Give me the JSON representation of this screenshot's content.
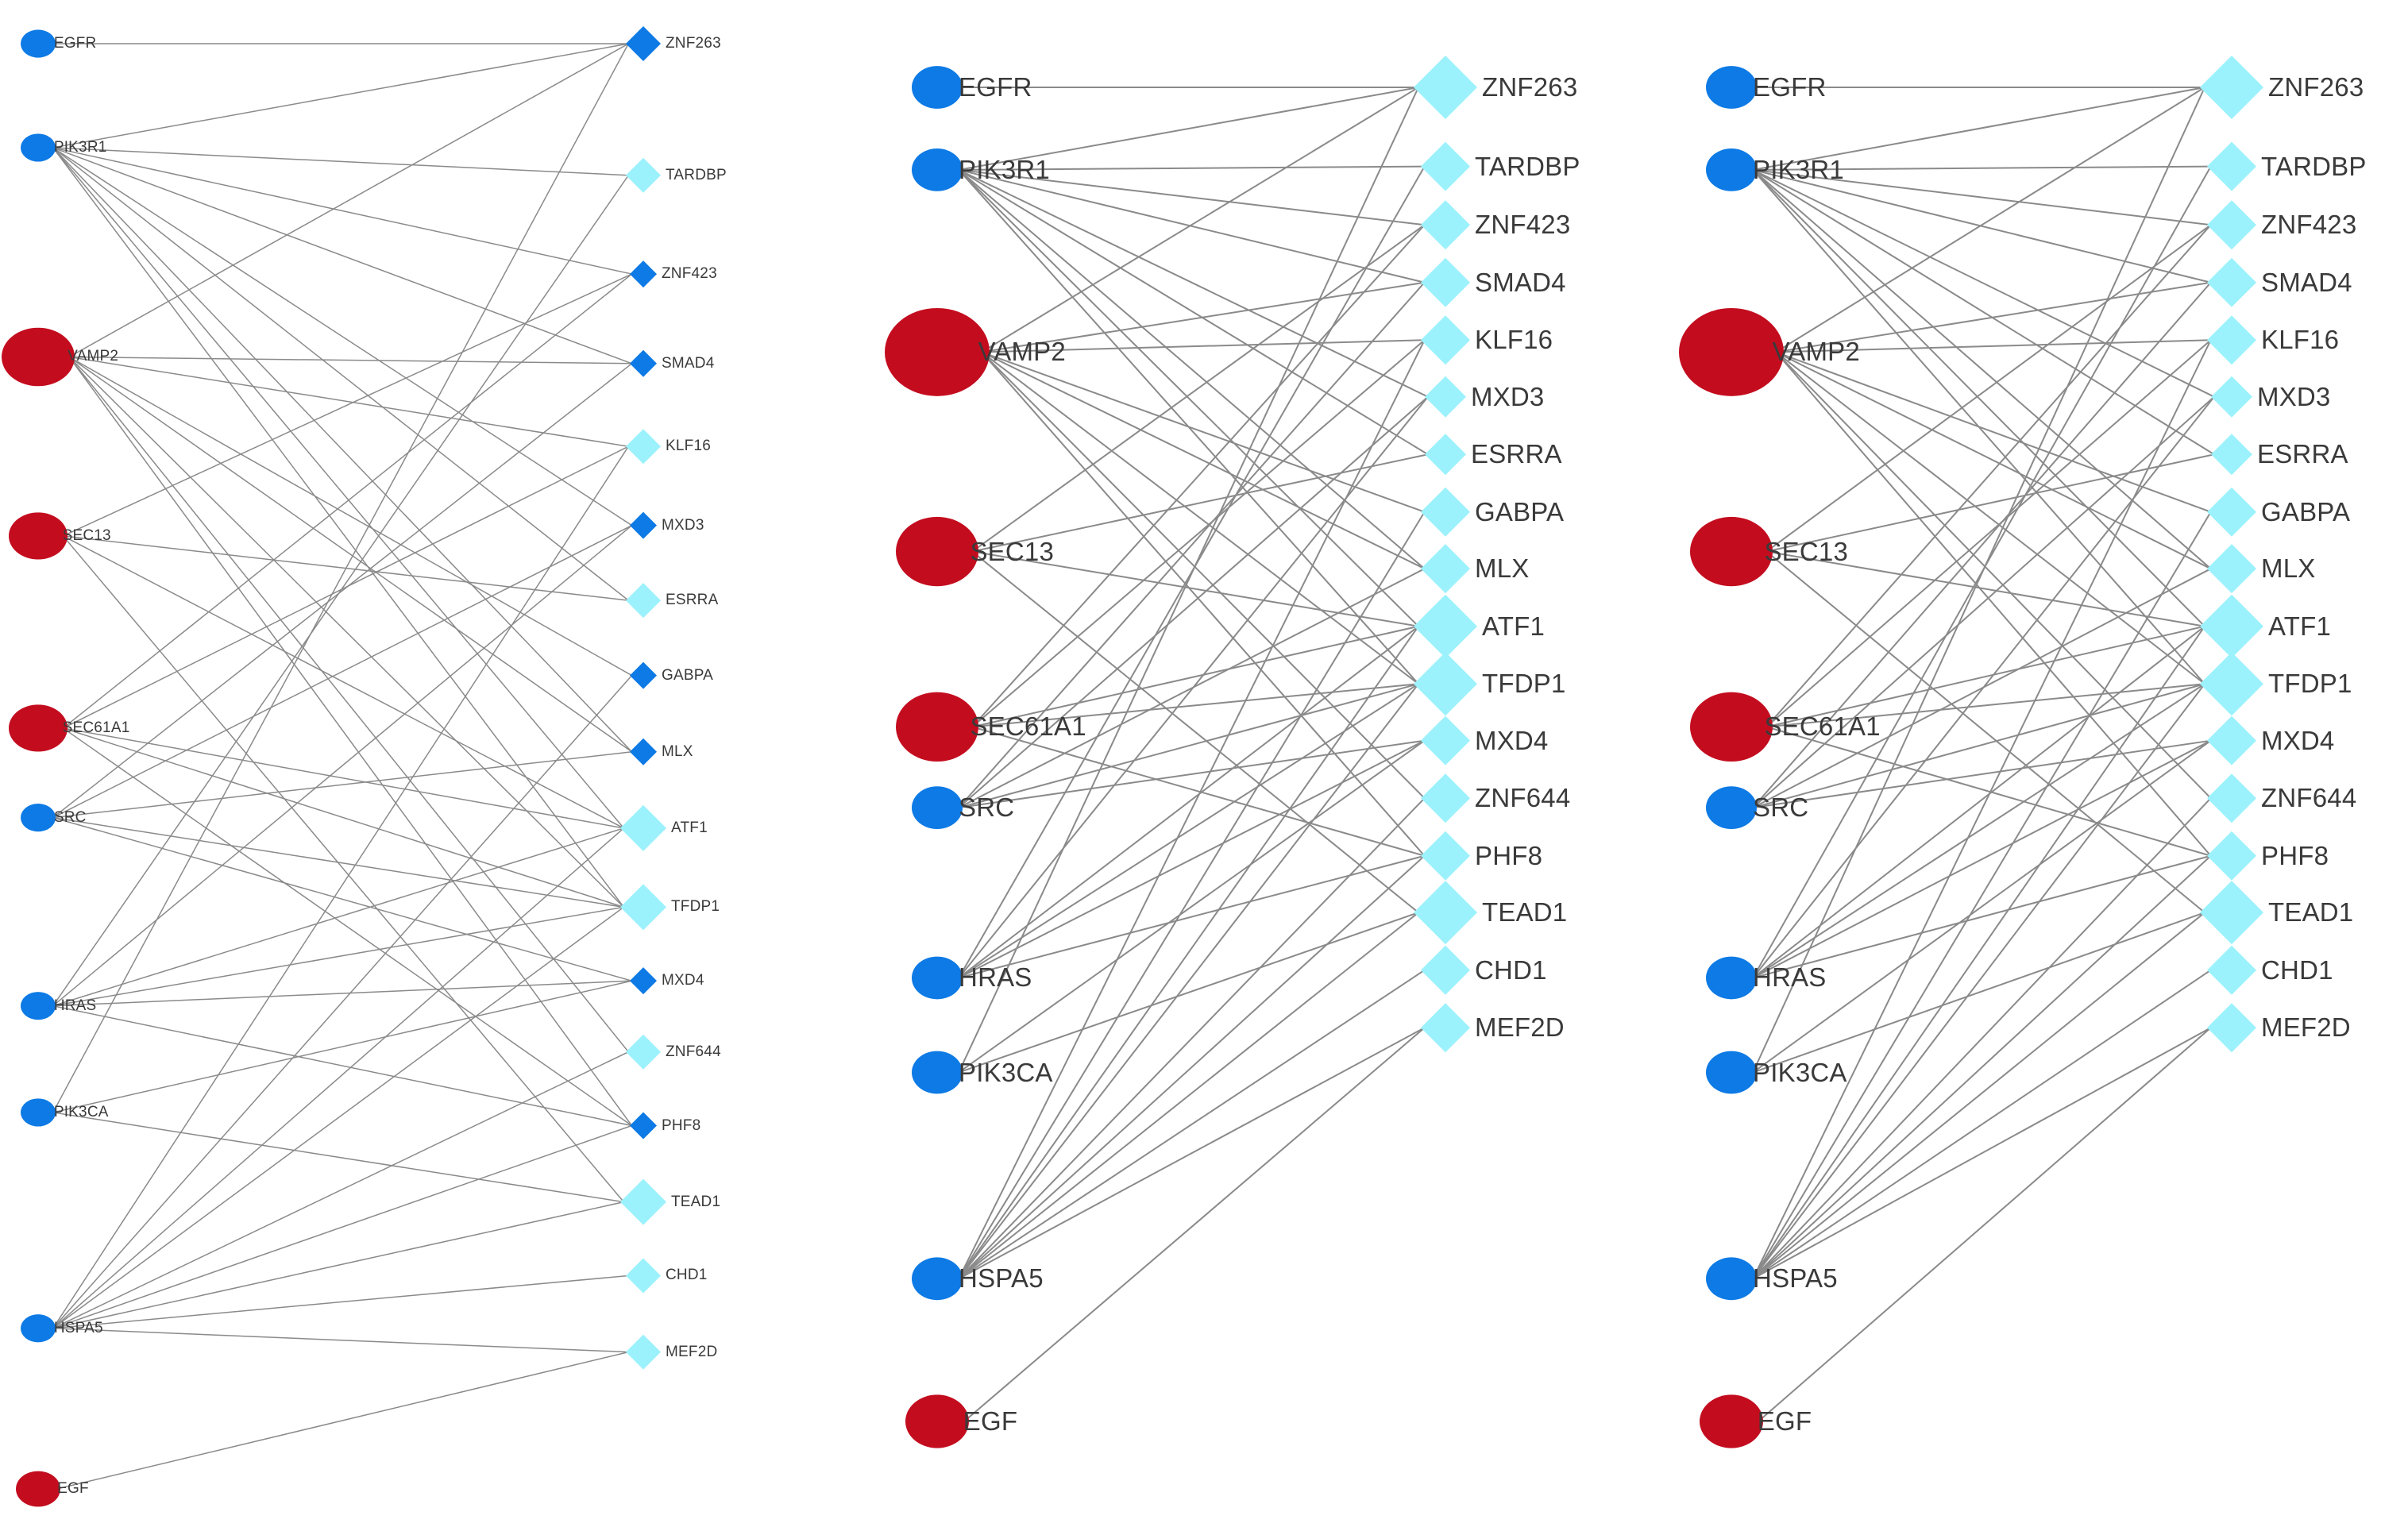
{
  "figure": {
    "type": "bipartite-network",
    "panel_count": 3,
    "description": "Three bipartite gene-regulatory network panels; circles on the left are proteins/genes, diamonds on the right are transcription factors."
  },
  "colors": {
    "red_circle": "#c30d1f",
    "blue_circle": "#0d7ae5",
    "dark_blue_diamond": "#0d7ae5",
    "light_cyan_diamond": "#9cf2fc",
    "edge": "#8a8a8a",
    "label_text": "#3a3a3a",
    "background": "#ffffff"
  },
  "legend_shapes": {
    "circle": "source-node-circle",
    "diamond": "target-node-diamond"
  },
  "left_nodes": [
    {
      "id": "EGFR",
      "label": "EGFR",
      "color": "blue",
      "size": "small"
    },
    {
      "id": "PIK3R1",
      "label": "PIK3R1",
      "color": "blue",
      "size": "small"
    },
    {
      "id": "VAMP2",
      "label": "VAMP2",
      "color": "red",
      "size": "xlarge"
    },
    {
      "id": "SEC13",
      "label": "SEC13",
      "color": "red",
      "size": "large"
    },
    {
      "id": "SEC61A1",
      "label": "SEC61A1",
      "color": "red",
      "size": "large"
    },
    {
      "id": "SRC",
      "label": "SRC",
      "color": "blue",
      "size": "small"
    },
    {
      "id": "HRAS",
      "label": "HRAS",
      "color": "blue",
      "size": "small"
    },
    {
      "id": "PIK3CA",
      "label": "PIK3CA",
      "color": "blue",
      "size": "small"
    },
    {
      "id": "HSPA5",
      "label": "HSPA5",
      "color": "blue",
      "size": "small"
    },
    {
      "id": "EGF",
      "label": "EGF",
      "color": "red",
      "size": "medium"
    }
  ],
  "right_nodes": [
    {
      "id": "ZNF263",
      "label": "ZNF263",
      "panel1_color": "dark",
      "panel23_color": "cyan",
      "panel1_size": "medium",
      "panel23_size": "large"
    },
    {
      "id": "TARDBP",
      "label": "TARDBP",
      "panel1_color": "cyan",
      "panel23_color": "cyan",
      "panel1_size": "medium",
      "panel23_size": "medium"
    },
    {
      "id": "ZNF423",
      "label": "ZNF423",
      "panel1_color": "dark",
      "panel23_color": "cyan",
      "panel1_size": "small",
      "panel23_size": "medium"
    },
    {
      "id": "SMAD4",
      "label": "SMAD4",
      "panel1_color": "dark",
      "panel23_color": "cyan",
      "panel1_size": "small",
      "panel23_size": "medium"
    },
    {
      "id": "KLF16",
      "label": "KLF16",
      "panel1_color": "cyan",
      "panel23_color": "cyan",
      "panel1_size": "medium",
      "panel23_size": "medium"
    },
    {
      "id": "MXD3",
      "label": "MXD3",
      "panel1_color": "dark",
      "panel23_color": "cyan",
      "panel1_size": "small",
      "panel23_size": "small"
    },
    {
      "id": "ESRRA",
      "label": "ESRRA",
      "panel1_color": "cyan",
      "panel23_color": "cyan",
      "panel1_size": "medium",
      "panel23_size": "small"
    },
    {
      "id": "GABPA",
      "label": "GABPA",
      "panel1_color": "dark",
      "panel23_color": "cyan",
      "panel1_size": "small",
      "panel23_size": "medium"
    },
    {
      "id": "MLX",
      "label": "MLX",
      "panel1_color": "dark",
      "panel23_color": "cyan",
      "panel1_size": "small",
      "panel23_size": "medium"
    },
    {
      "id": "ATF1",
      "label": "ATF1",
      "panel1_color": "cyan",
      "panel23_color": "cyan",
      "panel1_size": "large",
      "panel23_size": "large"
    },
    {
      "id": "TFDP1",
      "label": "TFDP1",
      "panel1_color": "cyan",
      "panel23_color": "cyan",
      "panel1_size": "large",
      "panel23_size": "large"
    },
    {
      "id": "MXD4",
      "label": "MXD4",
      "panel1_color": "dark",
      "panel23_color": "cyan",
      "panel1_size": "small",
      "panel23_size": "medium"
    },
    {
      "id": "ZNF644",
      "label": "ZNF644",
      "panel1_color": "cyan",
      "panel23_color": "cyan",
      "panel1_size": "medium",
      "panel23_size": "medium"
    },
    {
      "id": "PHF8",
      "label": "PHF8",
      "panel1_color": "dark",
      "panel23_color": "cyan",
      "panel1_size": "small",
      "panel23_size": "medium"
    },
    {
      "id": "TEAD1",
      "label": "TEAD1",
      "panel1_color": "cyan",
      "panel23_color": "cyan",
      "panel1_size": "large",
      "panel23_size": "large"
    },
    {
      "id": "CHD1",
      "label": "CHD1",
      "panel1_color": "cyan",
      "panel23_color": "cyan",
      "panel1_size": "medium",
      "panel23_size": "medium"
    },
    {
      "id": "MEF2D",
      "label": "MEF2D",
      "panel1_color": "cyan",
      "panel23_color": "cyan",
      "panel1_size": "medium",
      "panel23_size": "medium"
    }
  ],
  "edges": [
    [
      "EGFR",
      "ZNF263"
    ],
    [
      "PIK3R1",
      "ZNF263"
    ],
    [
      "PIK3R1",
      "TARDBP"
    ],
    [
      "PIK3R1",
      "ZNF423"
    ],
    [
      "PIK3R1",
      "SMAD4"
    ],
    [
      "PIK3R1",
      "MXD3"
    ],
    [
      "PIK3R1",
      "ESRRA"
    ],
    [
      "PIK3R1",
      "MLX"
    ],
    [
      "PIK3R1",
      "ATF1"
    ],
    [
      "PIK3R1",
      "TFDP1"
    ],
    [
      "VAMP2",
      "ZNF263"
    ],
    [
      "VAMP2",
      "SMAD4"
    ],
    [
      "VAMP2",
      "KLF16"
    ],
    [
      "VAMP2",
      "GABPA"
    ],
    [
      "VAMP2",
      "MLX"
    ],
    [
      "VAMP2",
      "TFDP1"
    ],
    [
      "VAMP2",
      "ZNF644"
    ],
    [
      "VAMP2",
      "PHF8"
    ],
    [
      "SEC13",
      "ZNF423"
    ],
    [
      "SEC13",
      "ESRRA"
    ],
    [
      "SEC13",
      "ATF1"
    ],
    [
      "SEC13",
      "TEAD1"
    ],
    [
      "SEC61A1",
      "ZNF423"
    ],
    [
      "SEC61A1",
      "KLF16"
    ],
    [
      "SEC61A1",
      "ATF1"
    ],
    [
      "SEC61A1",
      "TFDP1"
    ],
    [
      "SEC61A1",
      "PHF8"
    ],
    [
      "SRC",
      "SMAD4"
    ],
    [
      "SRC",
      "MXD3"
    ],
    [
      "SRC",
      "MLX"
    ],
    [
      "SRC",
      "TFDP1"
    ],
    [
      "SRC",
      "MXD4"
    ],
    [
      "HRAS",
      "TARDBP"
    ],
    [
      "HRAS",
      "MXD3"
    ],
    [
      "HRAS",
      "ATF1"
    ],
    [
      "HRAS",
      "TFDP1"
    ],
    [
      "HRAS",
      "MXD4"
    ],
    [
      "HRAS",
      "PHF8"
    ],
    [
      "PIK3CA",
      "ZNF263"
    ],
    [
      "PIK3CA",
      "MXD4"
    ],
    [
      "PIK3CA",
      "TEAD1"
    ],
    [
      "HSPA5",
      "KLF16"
    ],
    [
      "HSPA5",
      "GABPA"
    ],
    [
      "HSPA5",
      "ATF1"
    ],
    [
      "HSPA5",
      "TFDP1"
    ],
    [
      "HSPA5",
      "ZNF644"
    ],
    [
      "HSPA5",
      "PHF8"
    ],
    [
      "HSPA5",
      "TEAD1"
    ],
    [
      "HSPA5",
      "CHD1"
    ],
    [
      "HSPA5",
      "MEF2D"
    ],
    [
      "EGF",
      "MEF2D"
    ]
  ],
  "panels": [
    {
      "index": 1,
      "name": "panel-1",
      "diamond_palette": "mixed"
    },
    {
      "index": 2,
      "name": "panel-2",
      "diamond_palette": "uniform-cyan"
    },
    {
      "index": 3,
      "name": "panel-3",
      "diamond_palette": "uniform-cyan"
    }
  ]
}
